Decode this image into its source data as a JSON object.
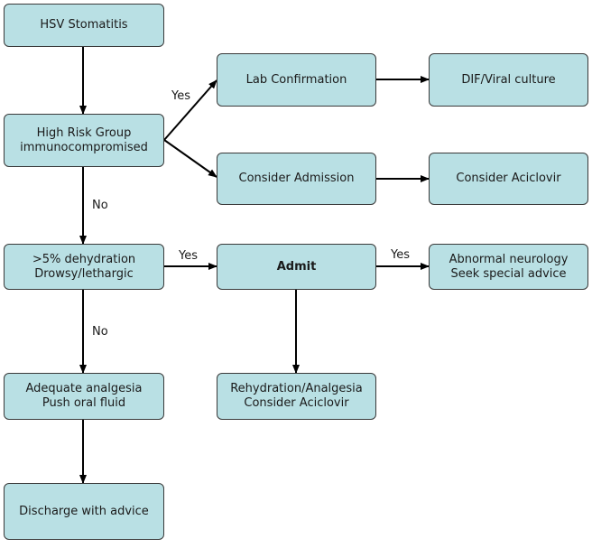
{
  "nodes": {
    "hsv": {
      "lines": [
        "HSV Stomatitis"
      ]
    },
    "high_risk": {
      "lines": [
        "High Risk Group",
        "immunocompromised"
      ]
    },
    "lab": {
      "lines": [
        "Lab Confirmation"
      ]
    },
    "dif": {
      "lines": [
        "DIF/Viral culture"
      ]
    },
    "consider_admission": {
      "lines": [
        "Consider Admission"
      ]
    },
    "consider_aciclovir": {
      "lines": [
        "Consider Aciclovir"
      ]
    },
    "dehydration": {
      "lines": [
        ">5% dehydration",
        "Drowsy/lethargic"
      ]
    },
    "admit": {
      "lines": [
        "Admit"
      ]
    },
    "abnormal": {
      "lines": [
        "Abnormal neurology",
        "Seek special advice"
      ]
    },
    "analgesia": {
      "lines": [
        "Adequate analgesia",
        "Push oral fluid"
      ]
    },
    "rehydration": {
      "lines": [
        "Rehydration/Analgesia",
        "Consider Aciclovir"
      ]
    },
    "discharge": {
      "lines": [
        "Discharge with advice"
      ]
    }
  },
  "edge_labels": {
    "yes_high_risk": "Yes",
    "no_high_risk": "No",
    "yes_dehydration": "Yes",
    "yes_admit": "Yes",
    "no_dehydration": "No"
  },
  "colors": {
    "node_fill": "#b9e0e4",
    "node_border": "#3a3a3a",
    "arrow": "#000000"
  }
}
